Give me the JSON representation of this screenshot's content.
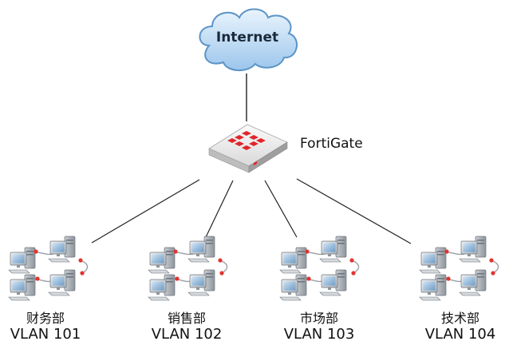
{
  "internet": {
    "label": "Internet"
  },
  "firewall": {
    "label": "FortiGate",
    "brand_color": "#e0262b"
  },
  "colors": {
    "cloud_fill": "#bcd9f3",
    "cloud_edge": "#5b94c8",
    "link": "#222222",
    "port": "#e3342f"
  },
  "groups": [
    {
      "dept": "财务部",
      "vlan": "VLAN 101"
    },
    {
      "dept": "销售部",
      "vlan": "VLAN 102"
    },
    {
      "dept": "市场部",
      "vlan": "VLAN 103"
    },
    {
      "dept": "技术部",
      "vlan": "VLAN 104"
    }
  ]
}
